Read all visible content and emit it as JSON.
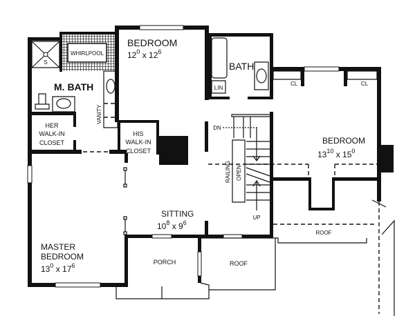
{
  "plan": {
    "rooms": {
      "bedroom_top": {
        "name": "BEDROOM",
        "w_ft": "12",
        "w_in": "0",
        "h_ft": "12",
        "h_in": "6"
      },
      "bedroom_right": {
        "name": "BEDROOM",
        "w_ft": "13",
        "w_in": "10",
        "h_ft": "15",
        "h_in": "0"
      },
      "master_bedroom": {
        "name1": "MASTER",
        "name2": "BEDROOM",
        "w_ft": "13",
        "w_in": "0",
        "h_ft": "17",
        "h_in": "6"
      },
      "sitting": {
        "name": "SITTING",
        "w_ft": "10",
        "w_in": "8",
        "h_ft": "9",
        "h_in": "6"
      },
      "m_bath": {
        "name": "M. BATH"
      },
      "bath": {
        "name": "BATH"
      },
      "whirlpool": {
        "name": "WHIRLPOOL"
      },
      "shower": {
        "name": "S"
      },
      "vanity": {
        "name": "VANITY"
      },
      "her_closet": {
        "line1": "HER",
        "line2": "WALK-IN",
        "line3": "CLOSET"
      },
      "his_closet": {
        "line1": "HIS",
        "line2": "WALK-IN",
        "line3": "CLOSET"
      },
      "linen": {
        "name": "LIN"
      },
      "closet_left": {
        "name": "CL"
      },
      "closet_right": {
        "name": "CL"
      },
      "porch": {
        "name": "PORCH"
      },
      "roof_front": {
        "name": "ROOF"
      },
      "roof_right": {
        "name": "ROOF"
      }
    },
    "stairs": {
      "down": "DN",
      "up": "UP",
      "railing": "RAILING",
      "open": "OPEN"
    }
  }
}
